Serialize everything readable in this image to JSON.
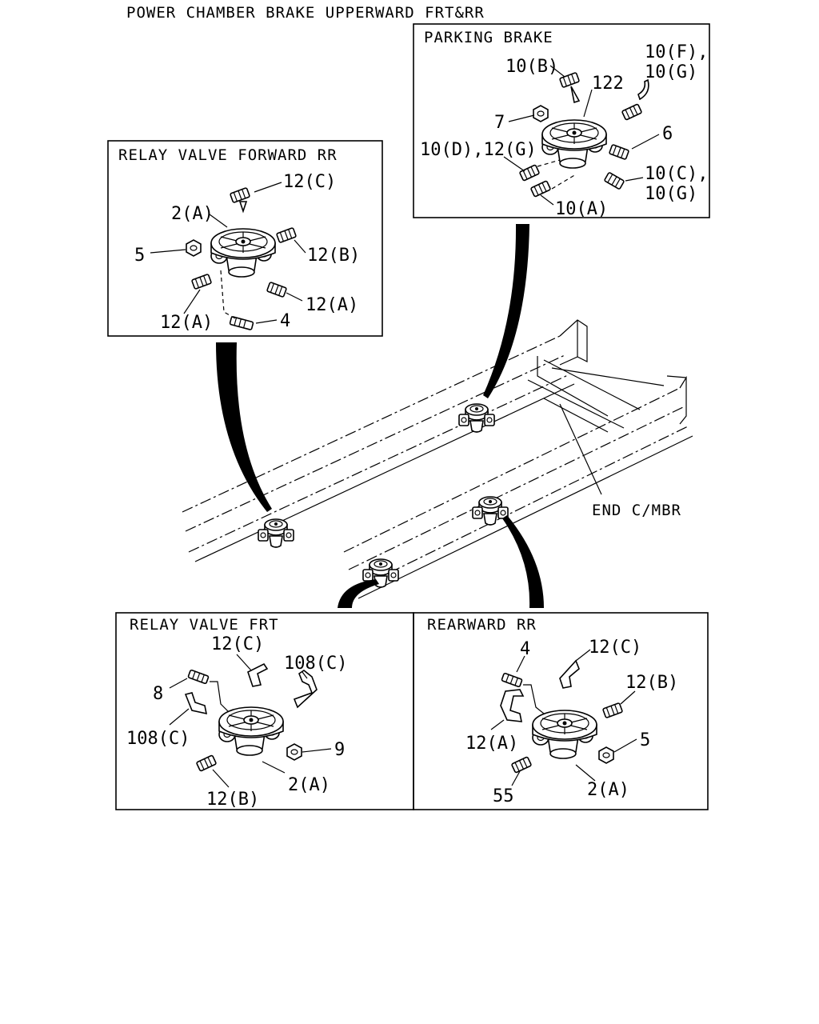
{
  "title": "POWER CHAMBER BRAKE UPPERWARD FRT&RR",
  "boxes": {
    "parking": {
      "title": "PARKING BRAKE",
      "labels": {
        "b": "10(B)",
        "fg1": "10(F),",
        "fg2": "10(G)",
        "p122": "122",
        "p7": "7",
        "p6": "6",
        "dg": "10(D),12(G)",
        "cg1": "10(C),",
        "cg2": "10(G)",
        "a": "10(A)"
      }
    },
    "relay_fwd": {
      "title": "RELAY VALVE FORWARD RR",
      "labels": {
        "c": "12(C)",
        "p2a": "2(A)",
        "p5": "5",
        "b": "12(B)",
        "a_right": "12(A)",
        "a_left": "12(A)",
        "p4": "4"
      }
    },
    "relay_frt": {
      "title": "RELAY VALVE FRT",
      "labels": {
        "c": "12(C)",
        "c108_top": "108(C)",
        "p8": "8",
        "c108_left": "108(C)",
        "p9": "9",
        "p2a": "2(A)",
        "b": "12(B)"
      }
    },
    "rearward": {
      "title": "REARWARD RR",
      "labels": {
        "p4": "4",
        "c": "12(C)",
        "b": "12(B)",
        "a": "12(A)",
        "p5": "5",
        "p55": "55",
        "p2a": "2(A)"
      }
    }
  },
  "frame_label": "END C/MBR"
}
